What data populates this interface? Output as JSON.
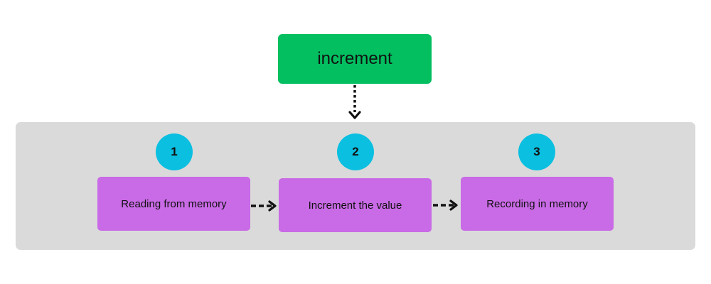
{
  "colors": {
    "top_box": "#03BF60",
    "panel": "#DADADA",
    "badge": "#0BBFE0",
    "step": "#C96AE6",
    "arrow": "#111111"
  },
  "top": {
    "label": "increment"
  },
  "steps": [
    {
      "number": "1",
      "label": "Reading from memory"
    },
    {
      "number": "2",
      "label": "Increment the value"
    },
    {
      "number": "3",
      "label": "Recording in memory"
    }
  ]
}
